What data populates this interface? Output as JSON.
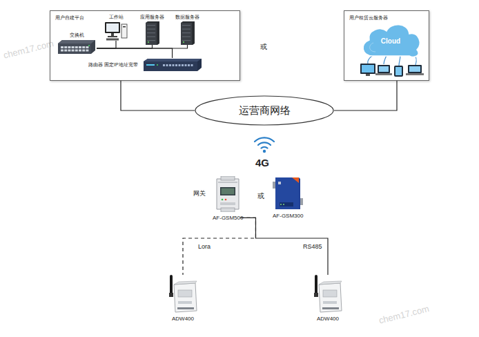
{
  "diagram": {
    "nodes": [
      {
        "text": [
          "用户自建平台"
        ]
      },
      {
        "text": [
          "交换机"
        ],
        "in": 0
      },
      {
        "text": [
          "工作站"
        ],
        "in": 0
      },
      {
        "text": [
          "应用服务器"
        ],
        "in": 0
      },
      {
        "text": [
          "数据服务器"
        ],
        "in": 0
      },
      {
        "text": [
          "路由器 固定IP地址宽带"
        ],
        "in": 0
      },
      {
        "text": [
          "用户租赁云服务器"
        ]
      },
      {
        "text": [
          "Cloud"
        ],
        "in": 6
      },
      {
        "text": [
          "运营商网络"
        ]
      },
      {
        "text": [
          "网关",
          "AF-GSM500"
        ]
      },
      {
        "text": [
          "AF-GSM300"
        ]
      },
      {
        "text": [
          "ADW400"
        ]
      },
      {
        "text": [
          "ADW400"
        ]
      }
    ],
    "edges": [
      {
        "from": 1,
        "to": 2,
        "arrow": "none"
      },
      {
        "from": 1,
        "to": 3,
        "arrow": "none"
      },
      {
        "from": 1,
        "to": 4,
        "arrow": "none"
      },
      {
        "from": 1,
        "to": 5,
        "arrow": "none"
      },
      {
        "from": 0,
        "to": 8,
        "arrow": "none"
      },
      {
        "from": 6,
        "to": 8,
        "arrow": "none"
      },
      {
        "from": 9,
        "to": 11,
        "label": "Lora",
        "arrow": "none"
      },
      {
        "from": 9,
        "to": 12,
        "label": "RS485",
        "arrow": "none"
      }
    ],
    "labels": [
      "或",
      "或",
      "4G",
      "chem17.com",
      "chem17.com"
    ]
  }
}
